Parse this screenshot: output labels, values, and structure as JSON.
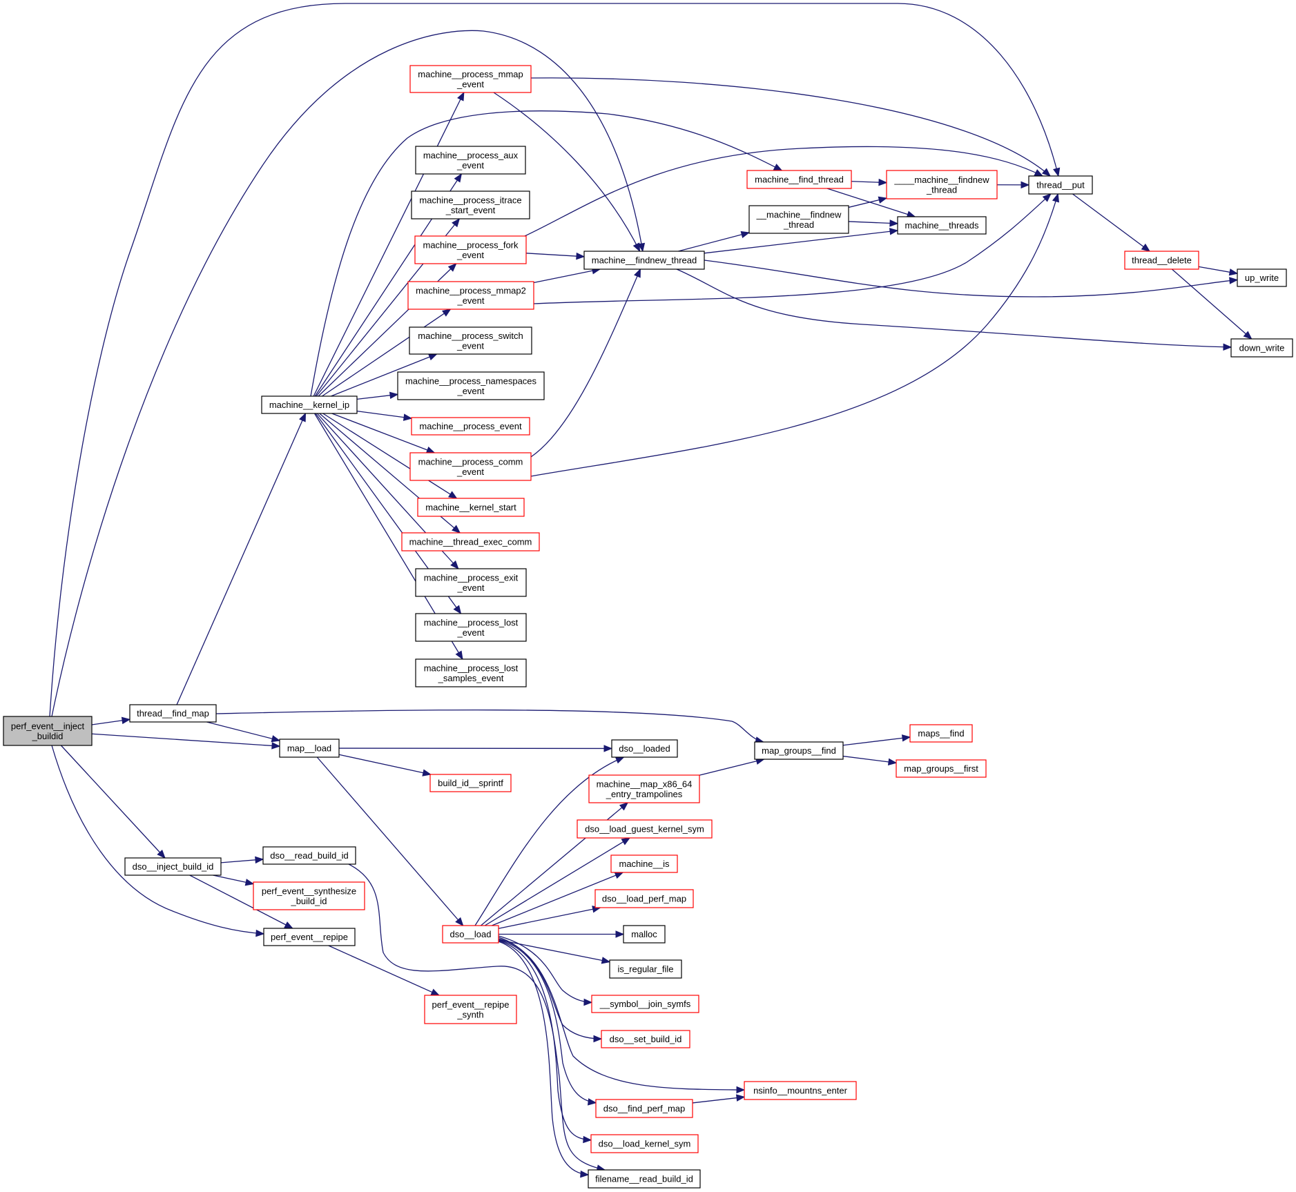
{
  "graph": {
    "title": "Call graph of perf_event__inject_buildid",
    "colors": {
      "edge": "#191970",
      "root_fill": "#bfbfbf",
      "normal_border": "#000000",
      "truncated_border": "#ff0000",
      "node_fill": "#ffffff"
    },
    "nodes": [
      {
        "id": "root",
        "label": [
          "perf_event__inject",
          "_buildid"
        ],
        "kind": "root"
      },
      {
        "id": "thread_find_map",
        "label": [
          "thread__find_map"
        ],
        "kind": "normal"
      },
      {
        "id": "map_load",
        "label": [
          "map__load"
        ],
        "kind": "normal"
      },
      {
        "id": "dso_inject_build_id",
        "label": [
          "dso__inject_build_id"
        ],
        "kind": "normal"
      },
      {
        "id": "dso_read_build_id",
        "label": [
          "dso__read_build_id"
        ],
        "kind": "normal"
      },
      {
        "id": "perf_event_synthesize_build_id",
        "label": [
          "perf_event__synthesize",
          "_build_id"
        ],
        "kind": "truncated"
      },
      {
        "id": "perf_event_repipe",
        "label": [
          "perf_event__repipe"
        ],
        "kind": "normal"
      },
      {
        "id": "perf_event_repipe_synth",
        "label": [
          "perf_event__repipe",
          "_synth"
        ],
        "kind": "truncated"
      },
      {
        "id": "machine_kernel_ip",
        "label": [
          "machine__kernel_ip"
        ],
        "kind": "normal"
      },
      {
        "id": "mp_mmap_event",
        "label": [
          "machine__process_mmap",
          "_event"
        ],
        "kind": "truncated"
      },
      {
        "id": "mp_aux_event",
        "label": [
          "machine__process_aux",
          "_event"
        ],
        "kind": "normal"
      },
      {
        "id": "mp_itrace_event",
        "label": [
          "machine__process_itrace",
          "_start_event"
        ],
        "kind": "normal"
      },
      {
        "id": "mp_fork_event",
        "label": [
          "machine__process_fork",
          "_event"
        ],
        "kind": "truncated"
      },
      {
        "id": "mp_mmap2_event",
        "label": [
          "machine__process_mmap2",
          "_event"
        ],
        "kind": "truncated"
      },
      {
        "id": "mp_switch_event",
        "label": [
          "machine__process_switch",
          "_event"
        ],
        "kind": "normal"
      },
      {
        "id": "mp_namespaces_event",
        "label": [
          "machine__process_namespaces",
          "_event"
        ],
        "kind": "normal"
      },
      {
        "id": "mp_event",
        "label": [
          "machine__process_event"
        ],
        "kind": "truncated"
      },
      {
        "id": "mp_comm_event",
        "label": [
          "machine__process_comm",
          "_event"
        ],
        "kind": "truncated"
      },
      {
        "id": "machine_kernel_start",
        "label": [
          "machine__kernel_start"
        ],
        "kind": "truncated"
      },
      {
        "id": "machine_thread_exec_comm",
        "label": [
          "machine__thread_exec_comm"
        ],
        "kind": "truncated"
      },
      {
        "id": "mp_exit_event",
        "label": [
          "machine__process_exit",
          "_event"
        ],
        "kind": "normal"
      },
      {
        "id": "mp_lost_event",
        "label": [
          "machine__process_lost",
          "_event"
        ],
        "kind": "normal"
      },
      {
        "id": "mp_lost_samples_event",
        "label": [
          "machine__process_lost",
          "_samples_event"
        ],
        "kind": "normal"
      },
      {
        "id": "machine_findnew_thread",
        "label": [
          "machine__findnew_thread"
        ],
        "kind": "normal"
      },
      {
        "id": "machine_find_thread",
        "label": [
          "machine__find_thread"
        ],
        "kind": "truncated"
      },
      {
        "id": "___machine_findnew_thread",
        "label": [
          "____machine__findnew",
          "_thread"
        ],
        "kind": "truncated"
      },
      {
        "id": "__machine_findnew_thread",
        "label": [
          "__machine__findnew",
          "_thread"
        ],
        "kind": "normal"
      },
      {
        "id": "machine_threads",
        "label": [
          "machine__threads"
        ],
        "kind": "normal"
      },
      {
        "id": "thread_put",
        "label": [
          "thread__put"
        ],
        "kind": "normal"
      },
      {
        "id": "thread_delete",
        "label": [
          "thread__delete"
        ],
        "kind": "truncated"
      },
      {
        "id": "up_write",
        "label": [
          "up_write"
        ],
        "kind": "normal"
      },
      {
        "id": "down_write",
        "label": [
          "down_write"
        ],
        "kind": "normal"
      },
      {
        "id": "map_groups_find",
        "label": [
          "map_groups__find"
        ],
        "kind": "normal"
      },
      {
        "id": "maps_find",
        "label": [
          "maps__find"
        ],
        "kind": "truncated"
      },
      {
        "id": "map_groups_first",
        "label": [
          "map_groups__first"
        ],
        "kind": "truncated"
      },
      {
        "id": "dso_loaded",
        "label": [
          "dso__loaded"
        ],
        "kind": "normal"
      },
      {
        "id": "build_id_sprintf",
        "label": [
          "build_id__sprintf"
        ],
        "kind": "truncated"
      },
      {
        "id": "machine_map_x86_64",
        "label": [
          "machine__map_x86_64",
          "_entry_trampolines"
        ],
        "kind": "truncated"
      },
      {
        "id": "dso_load_guest_kernel_sym",
        "label": [
          "dso__load_guest_kernel_sym"
        ],
        "kind": "truncated"
      },
      {
        "id": "machine_is",
        "label": [
          "machine__is"
        ],
        "kind": "truncated"
      },
      {
        "id": "dso_load_perf_map",
        "label": [
          "dso__load_perf_map"
        ],
        "kind": "truncated"
      },
      {
        "id": "malloc",
        "label": [
          "malloc"
        ],
        "kind": "normal"
      },
      {
        "id": "is_regular_file",
        "label": [
          "is_regular_file"
        ],
        "kind": "normal"
      },
      {
        "id": "symbol_join_symfs",
        "label": [
          "__symbol__join_symfs"
        ],
        "kind": "truncated"
      },
      {
        "id": "dso_set_build_id",
        "label": [
          "dso__set_build_id"
        ],
        "kind": "truncated"
      },
      {
        "id": "nsinfo_mountns_enter",
        "label": [
          "nsinfo__mountns_enter"
        ],
        "kind": "truncated"
      },
      {
        "id": "dso_find_perf_map",
        "label": [
          "dso__find_perf_map"
        ],
        "kind": "truncated"
      },
      {
        "id": "dso_load_kernel_sym",
        "label": [
          "dso__load_kernel_sym"
        ],
        "kind": "truncated"
      },
      {
        "id": "filename_read_build_id",
        "label": [
          "filename__read_build_id"
        ],
        "kind": "normal"
      },
      {
        "id": "dso_load",
        "label": [
          "dso__load"
        ],
        "kind": "truncated"
      }
    ],
    "edges": [
      [
        "root",
        "thread_put"
      ],
      [
        "root",
        "machine_findnew_thread"
      ],
      [
        "root",
        "thread_find_map"
      ],
      [
        "root",
        "map_load"
      ],
      [
        "root",
        "dso_inject_build_id"
      ],
      [
        "root",
        "perf_event_repipe"
      ],
      [
        "thread_find_map",
        "machine_kernel_ip"
      ],
      [
        "thread_find_map",
        "map_groups_find"
      ],
      [
        "thread_find_map",
        "map_load"
      ],
      [
        "map_load",
        "dso_loaded"
      ],
      [
        "map_load",
        "build_id_sprintf"
      ],
      [
        "map_load",
        "dso_load"
      ],
      [
        "dso_inject_build_id",
        "dso_read_build_id"
      ],
      [
        "dso_inject_build_id",
        "perf_event_synthesize_build_id"
      ],
      [
        "dso_inject_build_id",
        "perf_event_repipe"
      ],
      [
        "dso_read_build_id",
        "filename_read_build_id"
      ],
      [
        "perf_event_repipe",
        "perf_event_repipe_synth"
      ],
      [
        "machine_kernel_ip",
        "mp_mmap_event"
      ],
      [
        "machine_kernel_ip",
        "machine_find_thread"
      ],
      [
        "machine_kernel_ip",
        "mp_aux_event"
      ],
      [
        "machine_kernel_ip",
        "mp_itrace_event"
      ],
      [
        "machine_kernel_ip",
        "mp_fork_event"
      ],
      [
        "machine_kernel_ip",
        "mp_mmap2_event"
      ],
      [
        "machine_kernel_ip",
        "mp_switch_event"
      ],
      [
        "machine_kernel_ip",
        "mp_namespaces_event"
      ],
      [
        "machine_kernel_ip",
        "mp_event"
      ],
      [
        "machine_kernel_ip",
        "mp_comm_event"
      ],
      [
        "machine_kernel_ip",
        "machine_kernel_start"
      ],
      [
        "machine_kernel_ip",
        "machine_thread_exec_comm"
      ],
      [
        "machine_kernel_ip",
        "mp_exit_event"
      ],
      [
        "machine_kernel_ip",
        "mp_lost_event"
      ],
      [
        "machine_kernel_ip",
        "mp_lost_samples_event"
      ],
      [
        "mp_mmap_event",
        "thread_put"
      ],
      [
        "mp_mmap_event",
        "machine_findnew_thread"
      ],
      [
        "mp_fork_event",
        "thread_put"
      ],
      [
        "mp_fork_event",
        "machine_findnew_thread"
      ],
      [
        "mp_mmap2_event",
        "machine_findnew_thread"
      ],
      [
        "mp_mmap2_event",
        "thread_put"
      ],
      [
        "mp_comm_event",
        "machine_findnew_thread"
      ],
      [
        "mp_comm_event",
        "thread_put"
      ],
      [
        "machine_find_thread",
        "___machine_findnew_thread"
      ],
      [
        "machine_find_thread",
        "machine_threads"
      ],
      [
        "machine_findnew_thread",
        "__machine_findnew_thread"
      ],
      [
        "machine_findnew_thread",
        "machine_threads"
      ],
      [
        "machine_findnew_thread",
        "up_write"
      ],
      [
        "machine_findnew_thread",
        "down_write"
      ],
      [
        "__machine_findnew_thread",
        "___machine_findnew_thread"
      ],
      [
        "__machine_findnew_thread",
        "machine_threads"
      ],
      [
        "___machine_findnew_thread",
        "thread_put"
      ],
      [
        "thread_put",
        "thread_delete"
      ],
      [
        "thread_delete",
        "up_write"
      ],
      [
        "thread_delete",
        "down_write"
      ],
      [
        "map_groups_find",
        "maps_find"
      ],
      [
        "map_groups_find",
        "map_groups_first"
      ],
      [
        "machine_map_x86_64",
        "map_groups_find"
      ],
      [
        "dso_load",
        "dso_loaded"
      ],
      [
        "dso_load",
        "machine_map_x86_64"
      ],
      [
        "dso_load",
        "dso_load_guest_kernel_sym"
      ],
      [
        "dso_load",
        "machine_is"
      ],
      [
        "dso_load",
        "dso_load_perf_map"
      ],
      [
        "dso_load",
        "malloc"
      ],
      [
        "dso_load",
        "is_regular_file"
      ],
      [
        "dso_load",
        "symbol_join_symfs"
      ],
      [
        "dso_load",
        "dso_set_build_id"
      ],
      [
        "dso_load",
        "nsinfo_mountns_enter"
      ],
      [
        "dso_load",
        "dso_find_perf_map"
      ],
      [
        "dso_load",
        "dso_load_kernel_sym"
      ],
      [
        "dso_load",
        "filename_read_build_id"
      ],
      [
        "dso_find_perf_map",
        "nsinfo_mountns_enter"
      ]
    ]
  }
}
